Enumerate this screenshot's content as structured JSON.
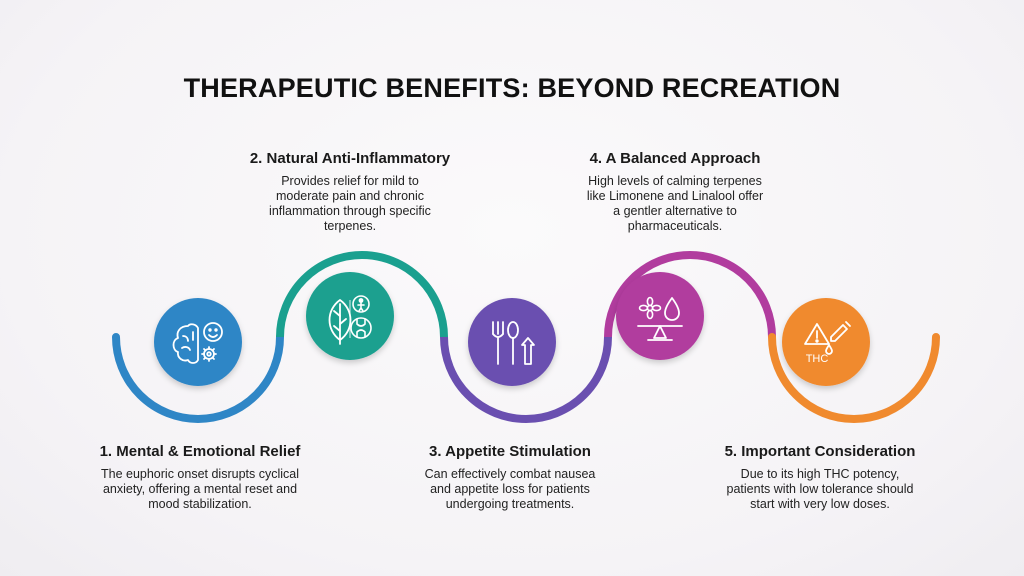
{
  "title": "THERAPEUTIC BENEFITS: BEYOND RECREATION",
  "colors": {
    "blue": "#2f86c6",
    "teal": "#1aa08f",
    "purple": "#6a4fb0",
    "magenta": "#b13c9e",
    "orange": "#f08a2e"
  },
  "steps": [
    {
      "heading": "1. Mental & Emotional Relief",
      "text": "The euphoric onset disrupts cyclical anxiety, offering a mental reset and mood stabilization.",
      "icons": [
        "brain-icon",
        "smiley-icon",
        "gear-icon"
      ]
    },
    {
      "heading": "2. Natural Anti-Inflammatory",
      "text": "Provides relief for mild to moderate pain and chronic inflammation through specific terpenes.",
      "icons": [
        "leaf-icon",
        "person-icon",
        "joint-icon"
      ]
    },
    {
      "heading": "3. Appetite Stimulation",
      "text": "Can effectively combat nausea and appetite loss for patients undergoing treatments.",
      "icons": [
        "fork-icon",
        "spoon-icon",
        "arrow-up-icon"
      ]
    },
    {
      "heading": "4. A Balanced Approach",
      "text": "High levels of calming terpenes like Limonene and Linalool offer a gentler alternative to pharmaceuticals.",
      "icons": [
        "flower-icon",
        "droplet-icon",
        "balance-icon"
      ]
    },
    {
      "heading": "5. Important Consideration",
      "text": "Due to its high THC potency, patients with low tolerance should start with very low doses.",
      "icons": [
        "warning-icon",
        "dropper-icon"
      ],
      "icon_text": "THC"
    }
  ]
}
